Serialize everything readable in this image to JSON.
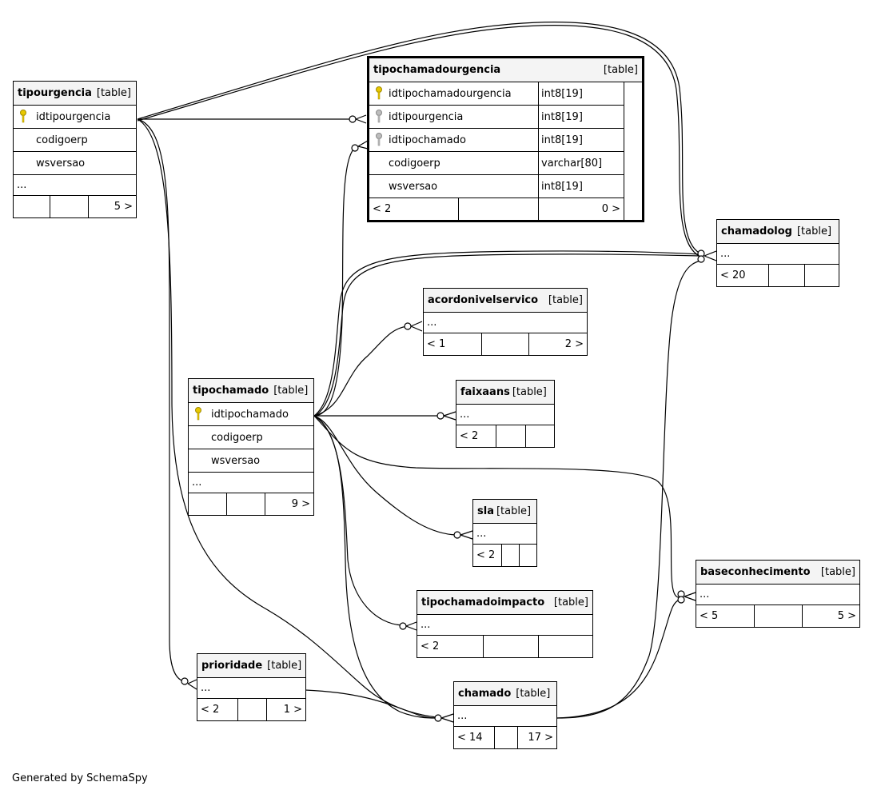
{
  "generated_label": "Generated by SchemaSpy",
  "tables": {
    "tipourgencia": {
      "name": "tipourgencia",
      "type": "[table]",
      "columns": [
        "idtipourgencia",
        "codigoerp",
        "wsversao"
      ],
      "more": "...",
      "footer": [
        "",
        "",
        "5 >"
      ]
    },
    "tipochamadourgencia": {
      "name": "tipochamadourgencia",
      "type": "[table]",
      "columns": [
        {
          "name": "idtipochamadourgencia",
          "type": "int8[19]"
        },
        {
          "name": "idtipourgencia",
          "type": "int8[19]"
        },
        {
          "name": "idtipochamado",
          "type": "int8[19]"
        },
        {
          "name": "codigoerp",
          "type": "varchar[80]"
        },
        {
          "name": "wsversao",
          "type": "int8[19]"
        }
      ],
      "footer": [
        "< 2",
        "",
        "0 >"
      ]
    },
    "chamadolog": {
      "name": "chamadolog",
      "type": "[table]",
      "more": "...",
      "footer": [
        "< 20",
        "",
        ""
      ]
    },
    "acordonivelservico": {
      "name": "acordonivelservico",
      "type": "[table]",
      "more": "...",
      "footer": [
        "< 1",
        "",
        "2 >"
      ]
    },
    "tipochamado": {
      "name": "tipochamado",
      "type": "[table]",
      "columns": [
        "idtipochamado",
        "codigoerp",
        "wsversao"
      ],
      "more": "...",
      "footer": [
        "",
        "",
        "9 >"
      ]
    },
    "faixaans": {
      "name": "faixaans",
      "type": "[table]",
      "more": "...",
      "footer": [
        "< 2",
        "",
        ""
      ]
    },
    "sla": {
      "name": "sla",
      "type": "[table]",
      "more": "...",
      "footer": [
        "< 2",
        "",
        ""
      ]
    },
    "tipochamadoimpacto": {
      "name": "tipochamadoimpacto",
      "type": "[table]",
      "more": "...",
      "footer": [
        "< 2",
        "",
        ""
      ]
    },
    "baseconhecimento": {
      "name": "baseconhecimento",
      "type": "[table]",
      "more": "...",
      "footer": [
        "< 5",
        "",
        "5 >"
      ]
    },
    "prioridade": {
      "name": "prioridade",
      "type": "[table]",
      "more": "...",
      "footer": [
        "< 2",
        "",
        "1 >"
      ]
    },
    "chamado": {
      "name": "chamado",
      "type": "[table]",
      "more": "...",
      "footer": [
        "< 14",
        "",
        "17 >"
      ]
    }
  },
  "relationships": [
    {
      "from": "tipourgencia.idtipourgencia",
      "to": "tipochamadourgencia.idtipourgencia"
    },
    {
      "from": "tipourgencia.idtipourgencia",
      "to": "chamadolog"
    },
    {
      "from": "tipourgencia.idtipourgencia",
      "to": "prioridade"
    },
    {
      "from": "tipourgencia.idtipourgencia",
      "to": "chamado"
    },
    {
      "from": "tipochamado.idtipochamado",
      "to": "tipochamadourgencia.idtipochamado"
    },
    {
      "from": "tipochamado.idtipochamado",
      "to": "chamadolog"
    },
    {
      "from": "tipochamado.idtipochamado",
      "to": "acordonivelservico"
    },
    {
      "from": "tipochamado.idtipochamado",
      "to": "faixaans"
    },
    {
      "from": "tipochamado.idtipochamado",
      "to": "sla"
    },
    {
      "from": "tipochamado.idtipochamado",
      "to": "tipochamadoimpacto"
    },
    {
      "from": "tipochamado.idtipochamado",
      "to": "baseconhecimento"
    },
    {
      "from": "tipochamado.idtipochamado",
      "to": "chamado"
    },
    {
      "from": "prioridade",
      "to": "chamado"
    },
    {
      "from": "chamado",
      "to": "chamadolog"
    },
    {
      "from": "chamado",
      "to": "baseconhecimento"
    }
  ]
}
